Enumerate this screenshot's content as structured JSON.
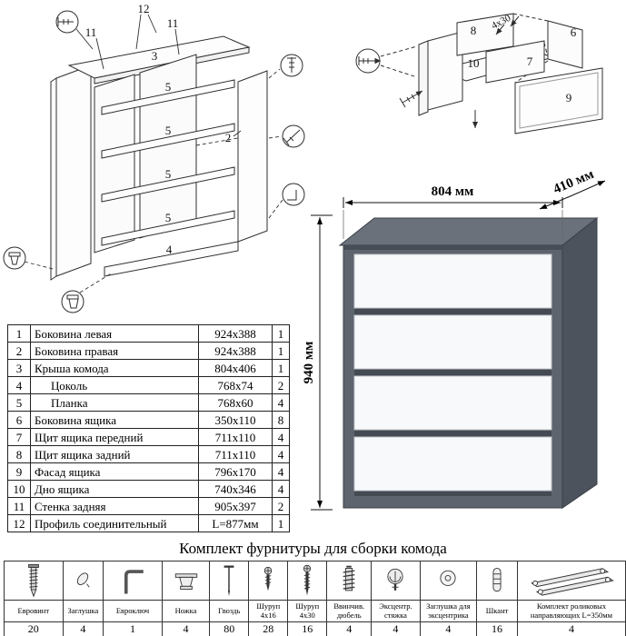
{
  "title": {
    "kit": "Комплект фурнитуры для сборки комода"
  },
  "dresser": {
    "width_label": "804 мм",
    "depth_label": "410 мм",
    "height_label": "940 мм"
  },
  "main_diagram": {
    "labels": {
      "n12": "12",
      "n11a": "11",
      "n11b": "11",
      "n3": "3",
      "n5a": "5",
      "n5b": "5",
      "n5c": "5",
      "n5d": "5",
      "n4": "4",
      "n2": "2"
    }
  },
  "drawer_diagram": {
    "labels": {
      "n8": "8",
      "screw": "4x30",
      "n6": "6",
      "n7": "7",
      "n10": "10",
      "n9": "9"
    }
  },
  "parts": {
    "rows": [
      {
        "num": "1",
        "name": "Боковина левая",
        "size": "924x388",
        "qty": "1"
      },
      {
        "num": "2",
        "name": "Боковина правая",
        "size": "924x388",
        "qty": "1"
      },
      {
        "num": "3",
        "name": "Крыша комода",
        "size": "804x406",
        "qty": "1"
      },
      {
        "num": "4",
        "name": "Цоколь",
        "size": "768x74",
        "qty": "2"
      },
      {
        "num": "5",
        "name": "Планка",
        "size": "768x60",
        "qty": "4"
      },
      {
        "num": "6",
        "name": "Боковина ящика",
        "size": "350x110",
        "qty": "8"
      },
      {
        "num": "7",
        "name": "Щит ящика передний",
        "size": "711x110",
        "qty": "4"
      },
      {
        "num": "8",
        "name": "Щит ящика задний",
        "size": "711x110",
        "qty": "4"
      },
      {
        "num": "9",
        "name": "Фасад ящика",
        "size": "796x170",
        "qty": "4"
      },
      {
        "num": "10",
        "name": "Дно ящика",
        "size": "740x346",
        "qty": "4"
      },
      {
        "num": "11",
        "name": "Стенка задняя",
        "size": "905x397",
        "qty": "2"
      },
      {
        "num": "12",
        "name": "Профиль соединительный",
        "size": "L=877мм",
        "qty": "1"
      }
    ]
  },
  "hardware": {
    "items": [
      {
        "label": "Евровинт",
        "qty": "20"
      },
      {
        "label": "Заглушка",
        "qty": "4"
      },
      {
        "label": "Евроключ",
        "qty": "1"
      },
      {
        "label": "Ножка",
        "qty": "4"
      },
      {
        "label": "Гвоздь",
        "qty": "80"
      },
      {
        "label": "Шуруп 4x16",
        "qty": "28"
      },
      {
        "label": "Шуруп 4x30",
        "qty": "16"
      },
      {
        "label": "Ввинчив. дюбель",
        "qty": "4"
      },
      {
        "label": "Эксцентр. стяжка",
        "qty": "4"
      },
      {
        "label": "Заглушка для эксцентрика",
        "qty": "4"
      },
      {
        "label": "Шкант",
        "qty": "16"
      },
      {
        "label": "Комплект роликовых направляющих L=350мм",
        "qty": "4"
      }
    ]
  }
}
